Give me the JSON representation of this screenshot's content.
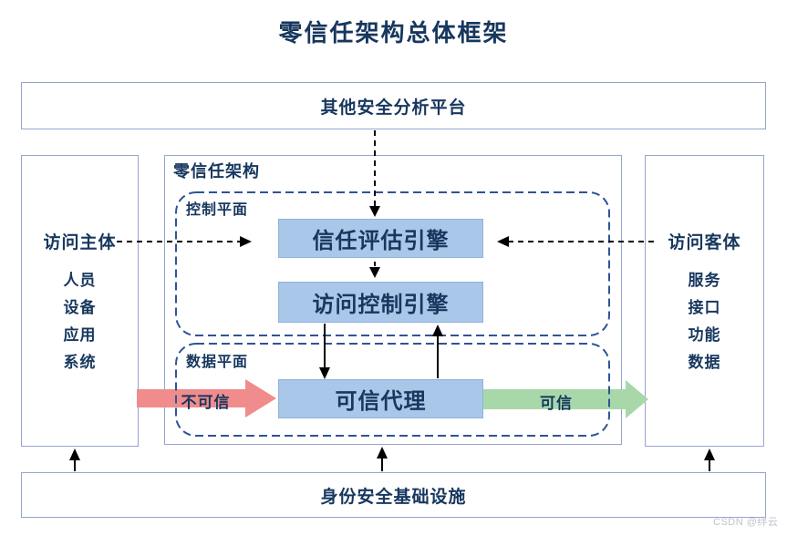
{
  "title": "零信任架构总体框架",
  "top_box": {
    "label": "其他安全分析平台"
  },
  "left_box": {
    "label": "访问主体",
    "items": [
      "人员",
      "设备",
      "应用",
      "系统"
    ]
  },
  "right_box": {
    "label": "访问客体",
    "items": [
      "服务",
      "接口",
      "功能",
      "数据"
    ]
  },
  "center": {
    "label": "零信任架构",
    "control_plane": {
      "label": "控制平面",
      "engines": [
        "信任评估引擎",
        "访问控制引擎"
      ]
    },
    "data_plane": {
      "label": "数据平面",
      "proxy": "可信代理"
    }
  },
  "bottom_box": {
    "label": "身份安全基础设施"
  },
  "flows": {
    "untrusted": "不可信",
    "trusted": "可信"
  },
  "watermark": "CSDN @绊云",
  "colors": {
    "text_navy": "#17375E",
    "box_border": "#96A5CE",
    "dashed_border": "#2F5496",
    "engine_fill": "#A9C7E8",
    "untrusted_red": "#F08C8C",
    "trusted_green": "#A8D8AA",
    "arrow_black": "#000000"
  }
}
